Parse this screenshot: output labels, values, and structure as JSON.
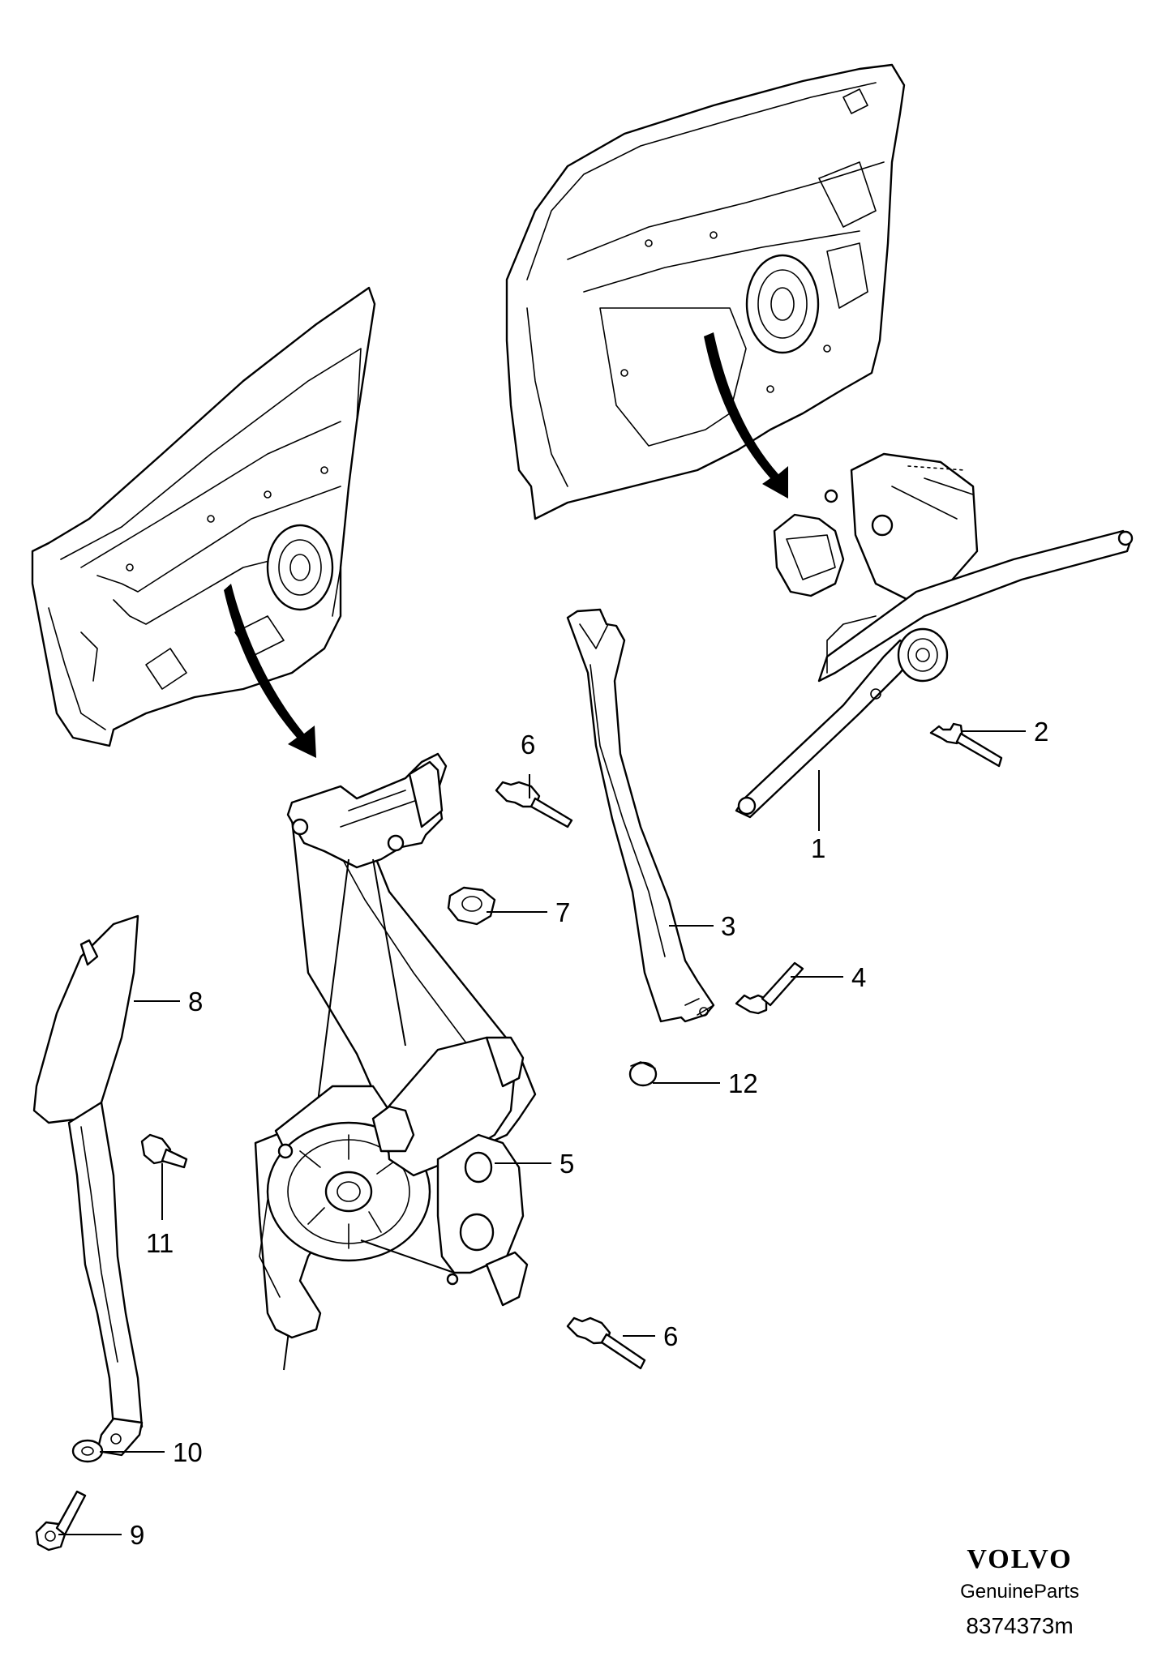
{
  "callouts": {
    "c1": "1",
    "c2": "2",
    "c3": "3",
    "c4": "4",
    "c5": "5",
    "c6a": "6",
    "c6b": "6",
    "c7": "7",
    "c8": "8",
    "c9": "9",
    "c10": "10",
    "c11": "11",
    "c12": "12"
  },
  "brand": {
    "logo_text": "VOLVO",
    "subtitle": "GenuineParts",
    "diagram_id": "8374373m"
  }
}
